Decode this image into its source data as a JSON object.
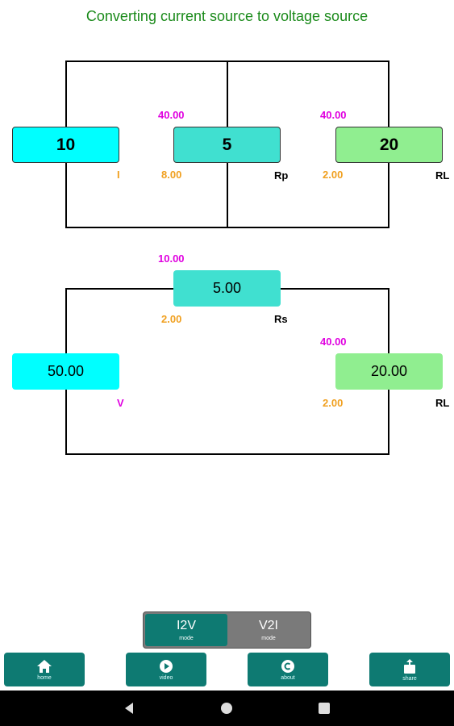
{
  "header": {
    "title": "Converting current source to voltage source"
  },
  "parallel_circuit": {
    "current": {
      "value": "10",
      "label": "I",
      "side_value": ""
    },
    "rp": {
      "value": "5",
      "top_value": "40.00",
      "side_value": "8.00",
      "label": "Rp"
    },
    "rl": {
      "value": "20",
      "top_value": "40.00",
      "side_value": "2.00",
      "label": "RL"
    }
  },
  "series_circuit": {
    "rs": {
      "value": "5.00",
      "top_value": "10.00",
      "side_value": "2.00",
      "label": "Rs"
    },
    "voltage": {
      "value": "50.00",
      "label": "V"
    },
    "rl": {
      "value": "20.00",
      "top_value": "40.00",
      "side_value": "2.00",
      "label": "RL"
    }
  },
  "mode_toggle": {
    "i2v": {
      "label": "I2V",
      "sub": "mode"
    },
    "v2i": {
      "label": "V2I",
      "sub": "mode"
    },
    "active": "I2V"
  },
  "bottom_nav": [
    {
      "icon": "home-icon",
      "sub": "home"
    },
    {
      "icon": "play-icon",
      "sub": "video"
    },
    {
      "icon": "copyright-icon",
      "sub": "about"
    },
    {
      "icon": "share-icon",
      "sub": "share"
    }
  ],
  "colors": {
    "cyan": "#00ffff",
    "turquoise": "#40e0d0",
    "lightgreen": "#90ee90",
    "teal": "#0e7a72",
    "title": "#1a8a1a",
    "magenta": "#e000e0",
    "orange": "#f0a020"
  }
}
